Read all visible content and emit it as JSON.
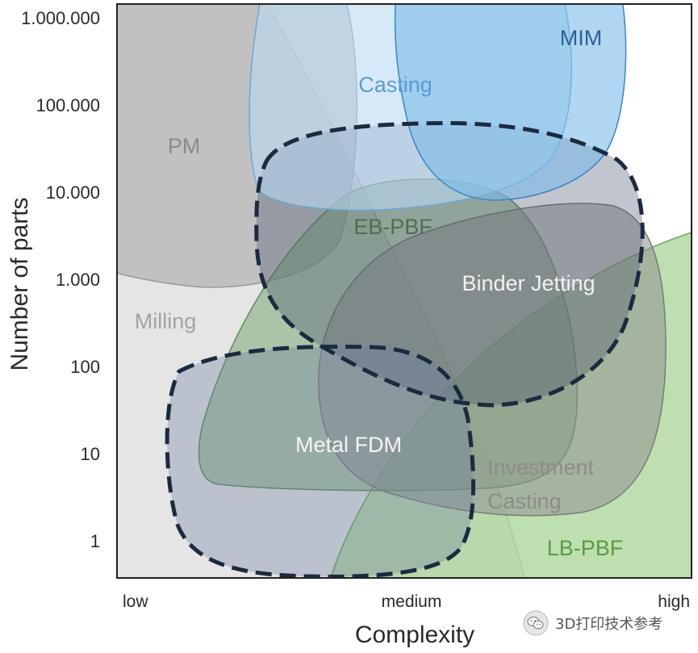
{
  "chart_data": {
    "type": "area",
    "xlabel": "Complexity",
    "ylabel": "Number of parts",
    "x_ticks": [
      "low",
      "medium",
      "high"
    ],
    "y_ticks": [
      "1",
      "10",
      "100",
      "1.000",
      "10.000",
      "100.000",
      "1.000.000"
    ],
    "y_scale": "log",
    "ylim": [
      0.5,
      1000000
    ],
    "grid": false,
    "regions": [
      {
        "name": "PM",
        "color": "#9e9e9e"
      },
      {
        "name": "Milling",
        "color": "#bdbdbd"
      },
      {
        "name": "Casting",
        "color": "#aed3f0"
      },
      {
        "name": "MIM",
        "color": "#7ab8e8"
      },
      {
        "name": "EB-PBF",
        "color": "#6f9a6b"
      },
      {
        "name": "Binder Jetting",
        "color": "#2f3d55"
      },
      {
        "name": "Investment Casting",
        "color": "#8a8a8a"
      },
      {
        "name": "LB-PBF",
        "color": "#9ccf8a"
      },
      {
        "name": "Metal FDM",
        "color": "#6e7da0"
      }
    ],
    "watermark": "3D打印技术参考"
  }
}
